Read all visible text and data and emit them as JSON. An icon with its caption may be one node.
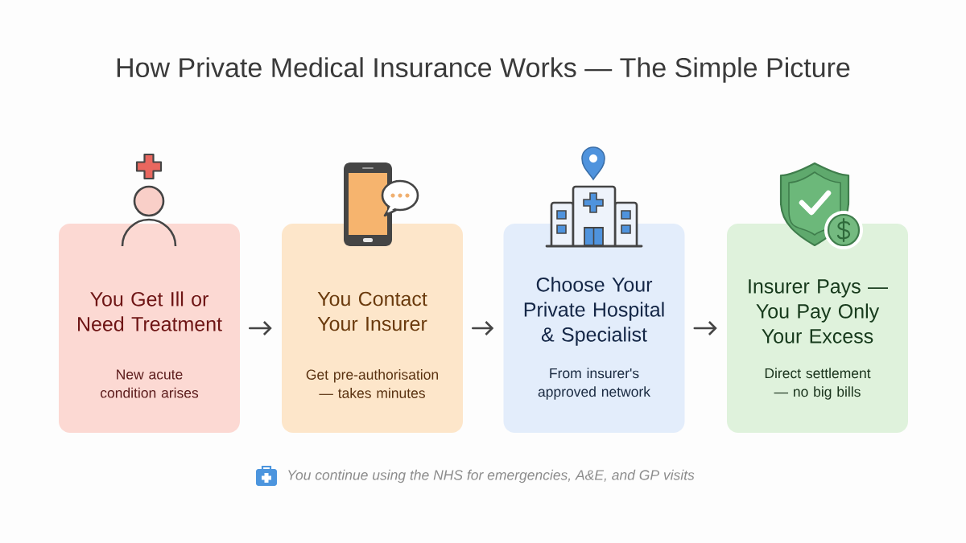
{
  "diagram": {
    "title": "How Private Medical Insurance Works — The Simple Picture",
    "nodes": [
      {
        "text": [
          "You Get Ill or Need Treatment",
          "New acute condition arises"
        ]
      },
      {
        "text": [
          "You Contact Your Insurer",
          "Get pre-authorisation — takes minutes"
        ]
      },
      {
        "text": [
          "Choose Your Private Hospital & Specialist",
          "From insurer's approved network"
        ]
      },
      {
        "text": [
          "Insurer Pays — You Pay Only Your Excess",
          "Direct settlement — no big bills"
        ]
      }
    ],
    "edges": [
      {
        "from": 0,
        "to": 1,
        "arrow": "to"
      },
      {
        "from": 1,
        "to": 2,
        "arrow": "to"
      },
      {
        "from": 2,
        "to": 3,
        "arrow": "to"
      }
    ],
    "labels": [
      "You continue using the NHS for emergencies, A&E, and GP visits"
    ]
  }
}
